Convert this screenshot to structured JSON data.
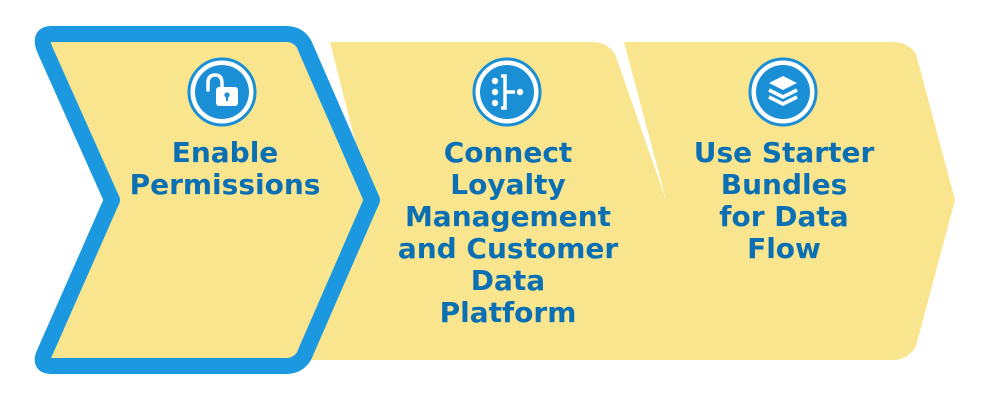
{
  "colors": {
    "chevron_fill": "#F8E58E",
    "highlight_stroke": "#1B98E0",
    "icon_circle": "#1A8FD6",
    "label_text": "#0B6FB4"
  },
  "steps": [
    {
      "icon": "unlocked-padlock-icon",
      "label_lines": [
        "Enable",
        "Permissions"
      ],
      "active": true
    },
    {
      "icon": "data-flow-icon",
      "label_lines": [
        "Connect",
        "Loyalty",
        "Management",
        "and Customer",
        "Data",
        "Platform"
      ],
      "active": false
    },
    {
      "icon": "stacked-layers-icon",
      "label_lines": [
        "Use Starter",
        "Bundles",
        "for Data",
        "Flow"
      ],
      "active": false
    }
  ]
}
